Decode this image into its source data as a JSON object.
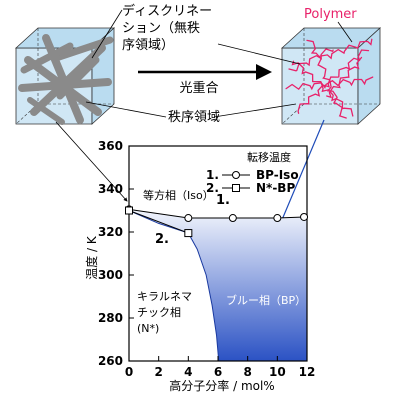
{
  "labels": {
    "disclination": [
      "ディスクリネー",
      "ション（無秩",
      "序領域）"
    ],
    "polymer": "Polymer",
    "photopolymerization": "光重合",
    "ordered_region": "秩序領域",
    "isotropic_phase": "等方相（Iso）",
    "blue_phase": "ブルー相（BP）",
    "chiral_nematic": [
      "キラルネマ",
      "チック相",
      "(N*)"
    ],
    "curve_1": "1.",
    "curve_2": "2."
  },
  "legend": {
    "title": "転移温度",
    "items": [
      {
        "index": "1.",
        "marker": "circle",
        "label": "BP-Iso"
      },
      {
        "index": "2.",
        "marker": "square",
        "label": "N*-BP"
      }
    ]
  },
  "colors": {
    "cube_face": "#a9d3ec",
    "rod": "#8a8a8a",
    "polymer": "#e8226a",
    "bp_top": "#f2f5fc",
    "bp_bottom": "#2b52c4",
    "axis": "#000000"
  },
  "chart_data": {
    "type": "line",
    "xlabel": "高分子分率 / mol%",
    "ylabel": "温度 / K",
    "xlim": [
      0,
      12
    ],
    "ylim": [
      260,
      360
    ],
    "xticks": [
      "0",
      "2",
      "4",
      "6",
      "8",
      "10",
      "12"
    ],
    "yticks": [
      "260",
      "280",
      "300",
      "320",
      "340",
      "360"
    ],
    "series": [
      {
        "name": "BP-Iso",
        "marker": "circle",
        "x": [
          0,
          4,
          7,
          10,
          11.8
        ],
        "y": [
          330.5,
          326.5,
          326.5,
          326.5,
          327
        ]
      },
      {
        "name": "N*-BP",
        "marker": "square",
        "x": [
          0,
          4
        ],
        "y": [
          330,
          319.5
        ]
      }
    ],
    "boundary": {
      "x": [
        0,
        2,
        4,
        4.6,
        5.2,
        5.6,
        5.9,
        6.05
      ],
      "y": [
        330,
        324,
        319.5,
        312,
        300,
        286,
        272,
        260
      ]
    }
  }
}
